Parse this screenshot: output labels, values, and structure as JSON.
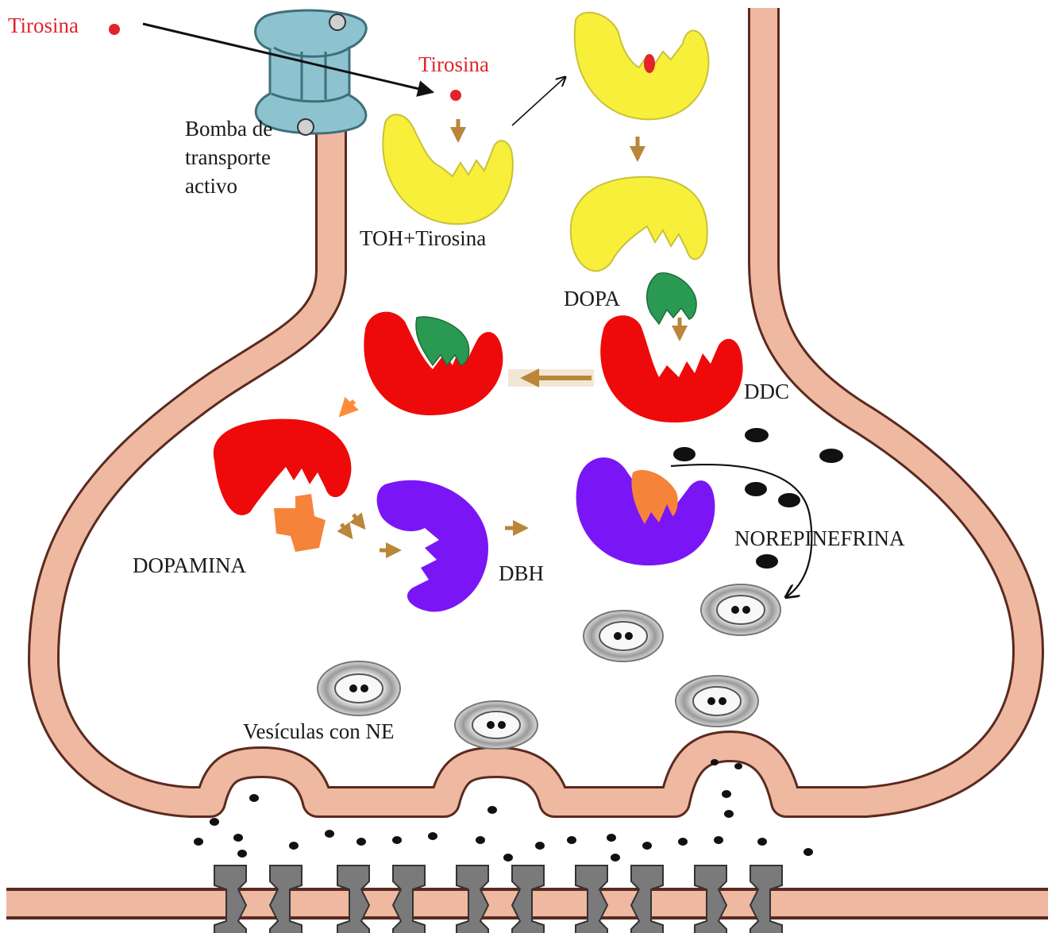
{
  "colors": {
    "membrane_fill": "#efb8a0",
    "membrane_edge": "#5a2a20",
    "enzyme_yellow": "#f7ef3a",
    "enzyme_red": "#ee0a0a",
    "enzyme_purple": "#7a16f5",
    "dopa_green": "#2a9a52",
    "dopamine_orange": "#f6833a",
    "arrow_brown": "#b9863a",
    "arrow_orange": "#ff8a3a",
    "tyrosine_red": "#e3242b",
    "ne_dot": "#111111",
    "vesicle_gray": "#8a8a8a",
    "receptor_gray": "#7a7a7a",
    "pump_teal": "#8cc3cf"
  },
  "labels": {
    "tyrosine_outside": "Tirosina",
    "tyrosine_inside": "Tirosina",
    "pump": "Bomba de\ntransporte\nactivo",
    "toh_tyrosine": "TOH+Tirosina",
    "dopa": "DOPA",
    "ddc": "DDC",
    "dopamine": "DOPAMINA",
    "dbh": "DBH",
    "norepinephrine": "NOREPINEFRINA",
    "vesicles": "Vesículas con NE"
  },
  "icons": {
    "transport_pump": "ion-pump-icon",
    "enzyme": "enzyme-icon",
    "vesicle": "synaptic-vesicle-icon",
    "receptor": "postsynaptic-receptor-icon",
    "neurotransmitter": "ne-molecule-dot-icon"
  }
}
